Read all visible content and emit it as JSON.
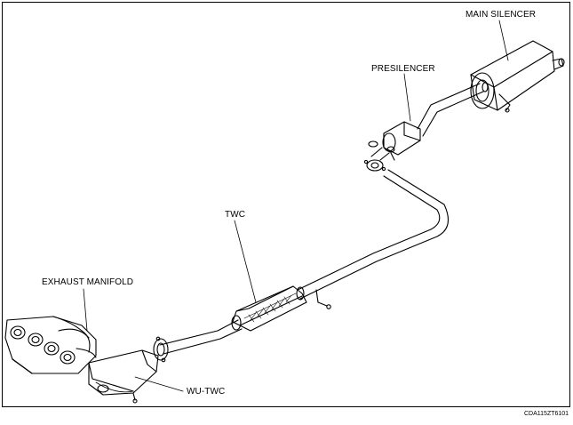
{
  "labels": {
    "main_silencer": "MAIN SILENCER",
    "presilencer": "PRESILENCER",
    "twc": "TWC",
    "exhaust_manifold": "EXHAUST MANIFOLD",
    "wu_twc": "WU-TWC"
  },
  "figure_code": "CDA115ZT6101"
}
